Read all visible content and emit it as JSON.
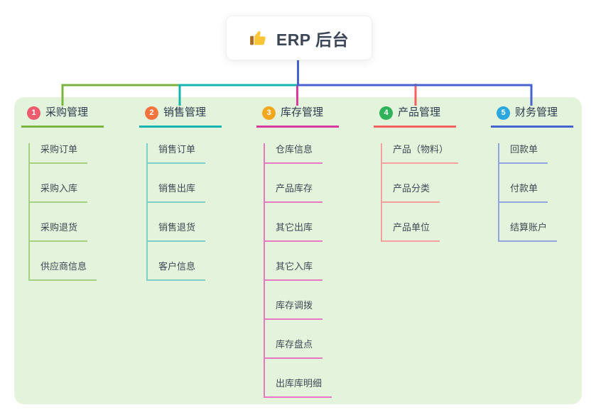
{
  "root": {
    "title": "ERP 后台",
    "icon": "thumbs-up-icon"
  },
  "branches": [
    {
      "num": "1",
      "label": "采购管理",
      "children": [
        "采购订单",
        "采购入库",
        "采购退货",
        "供应商信息"
      ]
    },
    {
      "num": "2",
      "label": "销售管理",
      "children": [
        "销售订单",
        "销售出库",
        "销售退货",
        "客户信息"
      ]
    },
    {
      "num": "3",
      "label": "库存管理",
      "children": [
        "仓库信息",
        "产品库存",
        "其它出库",
        "其它入库",
        "库存调拨",
        "库存盘点",
        "出库库明细"
      ]
    },
    {
      "num": "4",
      "label": "产品管理",
      "children": [
        "产品（物料）",
        "产品分类",
        "产品单位"
      ]
    },
    {
      "num": "5",
      "label": "财务管理",
      "children": [
        "回款单",
        "付款单",
        "结算账户"
      ]
    }
  ],
  "colors": {
    "panel": "#e4f4dc",
    "c1": "#78b43e",
    "l1": "#a6d183",
    "b1": "#ee5b6e",
    "c2": "#13b5ac",
    "l2": "#7bd1ca",
    "b2": "#f2743c",
    "c3": "#d83a9e",
    "l3": "#ea77c2",
    "b3": "#f4a71e",
    "c4": "#f55f5f",
    "l4": "#f6a0a0",
    "b4": "#2fb259",
    "c5": "#4763d0",
    "l5": "#93a5e0",
    "b5": "#29a7de",
    "thumb_hand": "#f9c537",
    "thumb_cuff": "#ad6c26"
  }
}
